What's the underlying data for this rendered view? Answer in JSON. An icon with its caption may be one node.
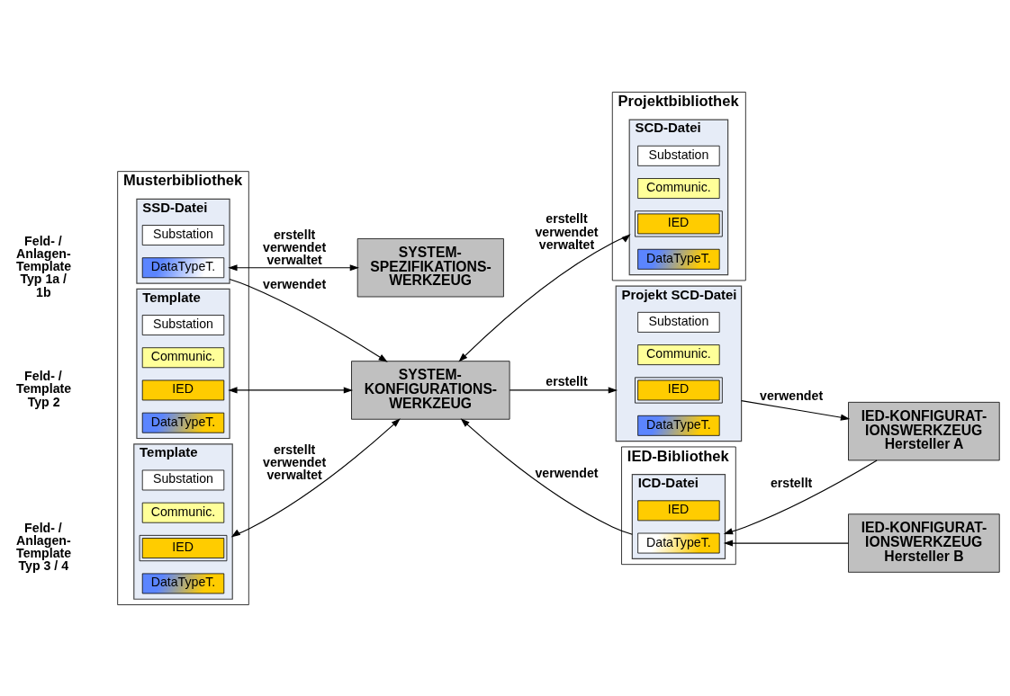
{
  "diagram": {
    "nodes": [
      {
        "text": [
          "Musterbibliothek"
        ]
      },
      {
        "text": [
          "SSD-Datei"
        ],
        "in": 0
      },
      {
        "text": [
          "Substation"
        ],
        "in": 1
      },
      {
        "text": [
          "DataTypeT."
        ],
        "in": 1
      },
      {
        "text": [
          "Template"
        ],
        "in": 0
      },
      {
        "text": [
          "Substation"
        ],
        "in": 4
      },
      {
        "text": [
          "Communic."
        ],
        "in": 4
      },
      {
        "text": [
          "IED"
        ],
        "in": 4
      },
      {
        "text": [
          "DataTypeT."
        ],
        "in": 4
      },
      {
        "text": [
          "Template"
        ],
        "in": 0
      },
      {
        "text": [
          "Substation"
        ],
        "in": 9
      },
      {
        "text": [
          "Communic."
        ],
        "in": 9
      },
      {
        "text": [
          "IED"
        ],
        "in": 9
      },
      {
        "text": [
          "DataTypeT."
        ],
        "in": 9
      },
      {
        "text": [
          "SYSTEM- SPEZIFIKATIONS- WERKZEUG"
        ]
      },
      {
        "text": [
          "Projektbibliothek"
        ]
      },
      {
        "text": [
          "SCD-Datei"
        ],
        "in": 15
      },
      {
        "text": [
          "Substation"
        ],
        "in": 16
      },
      {
        "text": [
          "Communic."
        ],
        "in": 16
      },
      {
        "text": [
          "IED"
        ],
        "in": 16
      },
      {
        "text": [
          "DataTypeT."
        ],
        "in": 16
      },
      {
        "text": [
          "SYSTEM- KONFIGURATIONS- WERKZEUG"
        ]
      },
      {
        "text": [
          "Projekt SCD-Datei"
        ]
      },
      {
        "text": [
          "Substation"
        ],
        "in": 22
      },
      {
        "text": [
          "Communic."
        ],
        "in": 22
      },
      {
        "text": [
          "IED"
        ],
        "in": 22
      },
      {
        "text": [
          "DataTypeT."
        ],
        "in": 22
      },
      {
        "text": [
          "IED-Bibliothek"
        ]
      },
      {
        "text": [
          "ICD-Datei"
        ],
        "in": 27
      },
      {
        "text": [
          "IED"
        ],
        "in": 28
      },
      {
        "text": [
          "DataTypeT."
        ],
        "in": 28
      },
      {
        "text": [
          "IED-KONFIGURAT- IONSWERKZEUG",
          "Hersteller A"
        ]
      },
      {
        "text": [
          "IED-KONFIGURAT- IONSWERKZEUG",
          "Hersteller B"
        ]
      }
    ],
    "edges": [
      {
        "from": 1,
        "to": 14,
        "arrow": "both",
        "label": "erstellt verwendet verwaltet"
      },
      {
        "from": 1,
        "to": 21,
        "arrow": "to",
        "label": "verwendet"
      },
      {
        "from": 21,
        "to": 4,
        "arrow": "both"
      },
      {
        "from": 21,
        "to": 9,
        "arrow": "both",
        "label": "erstellt verwendet verwaltet"
      },
      {
        "from": 21,
        "to": 16,
        "arrow": "both",
        "label": "erstellt verwendet verwaltet"
      },
      {
        "from": 21,
        "to": 22,
        "arrow": "to",
        "label": "erstellt"
      },
      {
        "from": 28,
        "to": 21,
        "arrow": "to",
        "label": "verwendet"
      },
      {
        "from": 22,
        "to": 31,
        "arrow": "to",
        "label": "verwendet"
      },
      {
        "from": 31,
        "to": 28,
        "arrow": "to",
        "label": "erstellt"
      },
      {
        "from": 32,
        "to": 28,
        "arrow": "to"
      }
    ],
    "labels": [
      "Feld- / Anlagen- Template Typ 1a / 1b",
      "Feld- / Template Typ 2",
      "Feld- / Anlagen- Template Typ 3 / 4"
    ]
  }
}
